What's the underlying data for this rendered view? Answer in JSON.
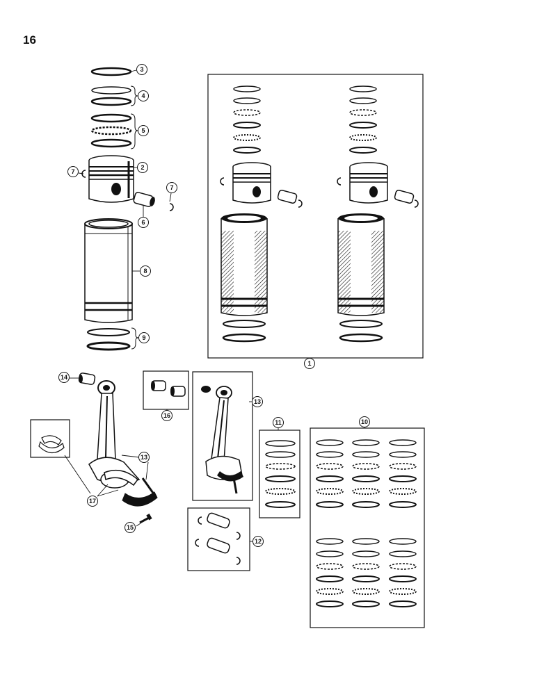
{
  "page": {
    "number": "16"
  },
  "callouts": {
    "c1": "1",
    "c2": "2",
    "c3": "3",
    "c4": "4",
    "c5": "5",
    "c6": "6",
    "c7a": "7",
    "c7b": "7",
    "c8": "8",
    "c9": "9",
    "c10": "10",
    "c11": "11",
    "c12": "12",
    "c13a": "13",
    "c13b": "13",
    "c14": "14",
    "c15": "15",
    "c16": "16",
    "c17": "17"
  },
  "colors": {
    "ink": "#111111",
    "background": "#ffffff"
  }
}
